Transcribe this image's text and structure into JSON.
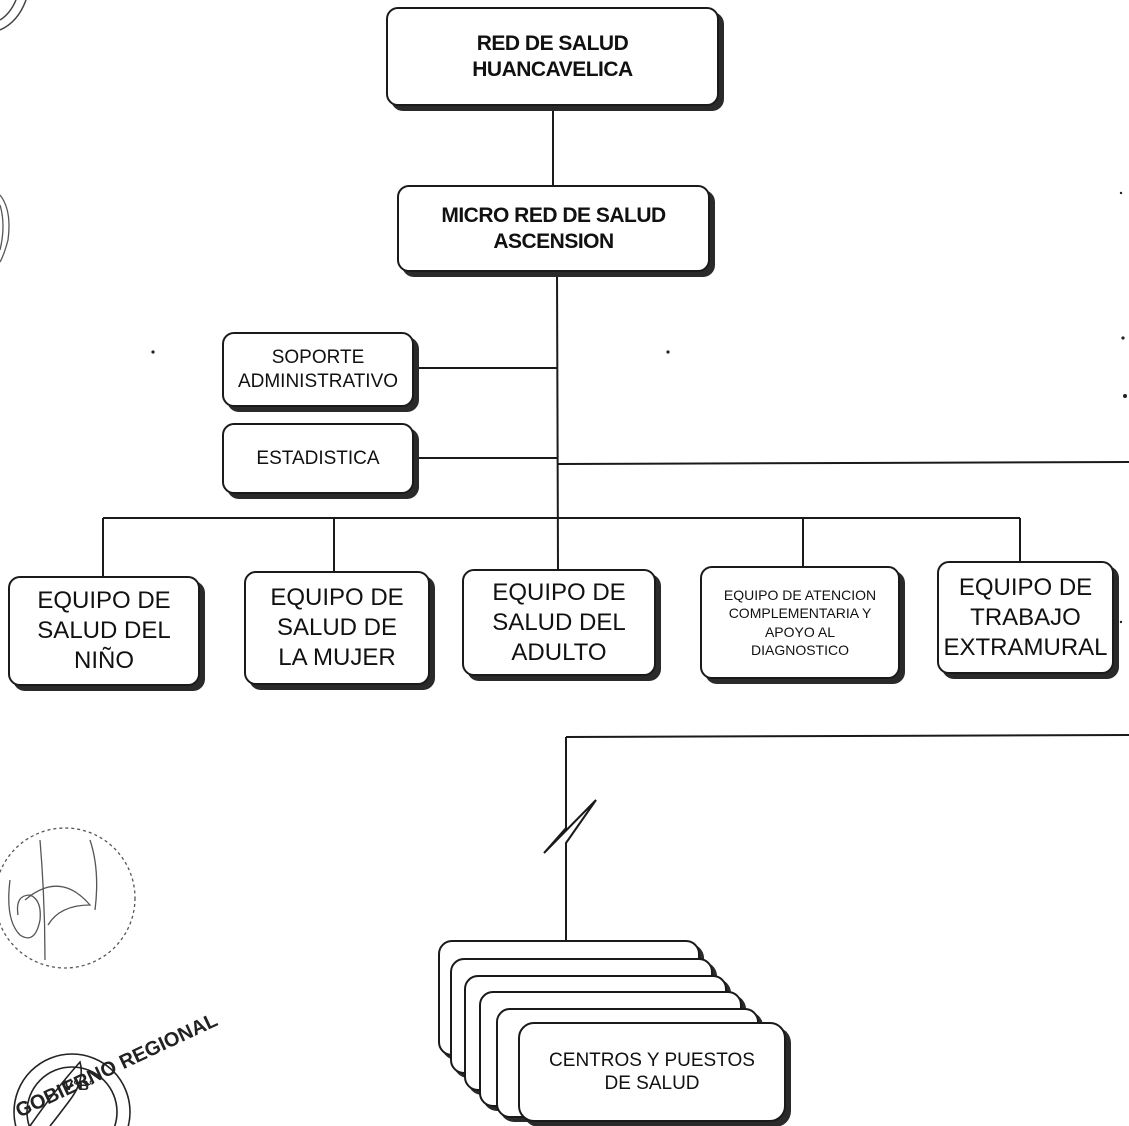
{
  "org_chart": {
    "top": "RED DE SALUD\nHUANCAVELICA",
    "micro_red": "MICRO RED DE SALUD\nASCENSION",
    "soporte": "SOPORTE\nADMINISTRATIVO",
    "estadistica": "ESTADISTICA",
    "teams": [
      "EQUIPO DE\nSALUD DEL\nNIÑO",
      "EQUIPO DE\nSALUD DE\nLA MUJER",
      "EQUIPO DE\nSALUD DEL\nADULTO",
      "EQUIPO DE ATENCION\nCOMPLEMENTARIA Y\nAPOYO AL\nDIAGNOSTICO",
      "EQUIPO DE\nTRABAJO\nEXTRAMURAL"
    ],
    "centros": "CENTROS Y PUESTOS\nDE SALUD"
  },
  "seal": {
    "text": "GOBIERNO REGIONAL",
    "mark": "V°B°"
  }
}
